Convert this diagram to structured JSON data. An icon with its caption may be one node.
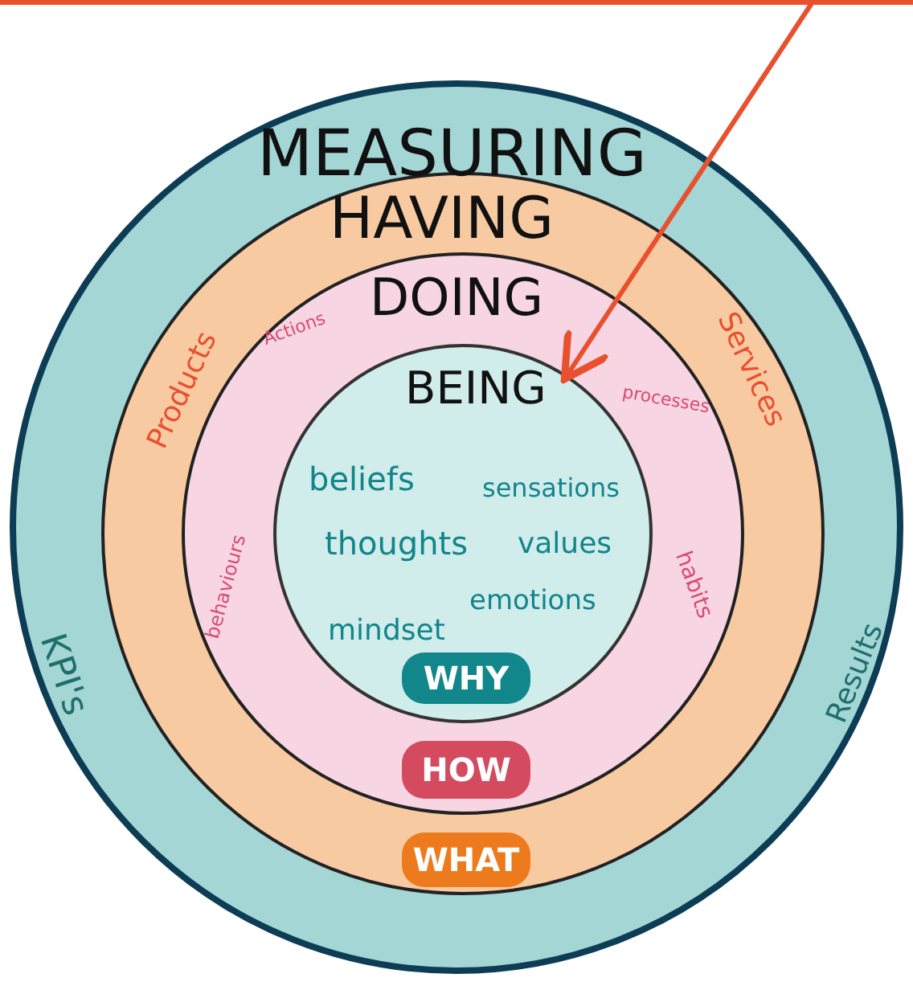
{
  "diagram": {
    "nodes": [
      {
        "text": [
          "MEASURING",
          "KPI's",
          "Results"
        ]
      },
      {
        "text": [
          "HAVING",
          "Products",
          "Services"
        ],
        "in": 0
      },
      {
        "text": [
          "DOING",
          "Actions",
          "processes",
          "behaviours",
          "habits"
        ],
        "in": 1
      },
      {
        "text": [
          "BEING",
          "beliefs",
          "sensations",
          "thoughts",
          "values",
          "emotions",
          "mindset"
        ],
        "in": 2
      },
      {
        "text": [
          "WHY"
        ],
        "in": 3
      },
      {
        "text": [
          "HOW"
        ],
        "in": 2
      },
      {
        "text": [
          "WHAT"
        ],
        "in": 1
      }
    ],
    "edges": [
      {
        "from": null,
        "to": 3,
        "arrow": "to",
        "color": "#e8502e"
      }
    ]
  }
}
